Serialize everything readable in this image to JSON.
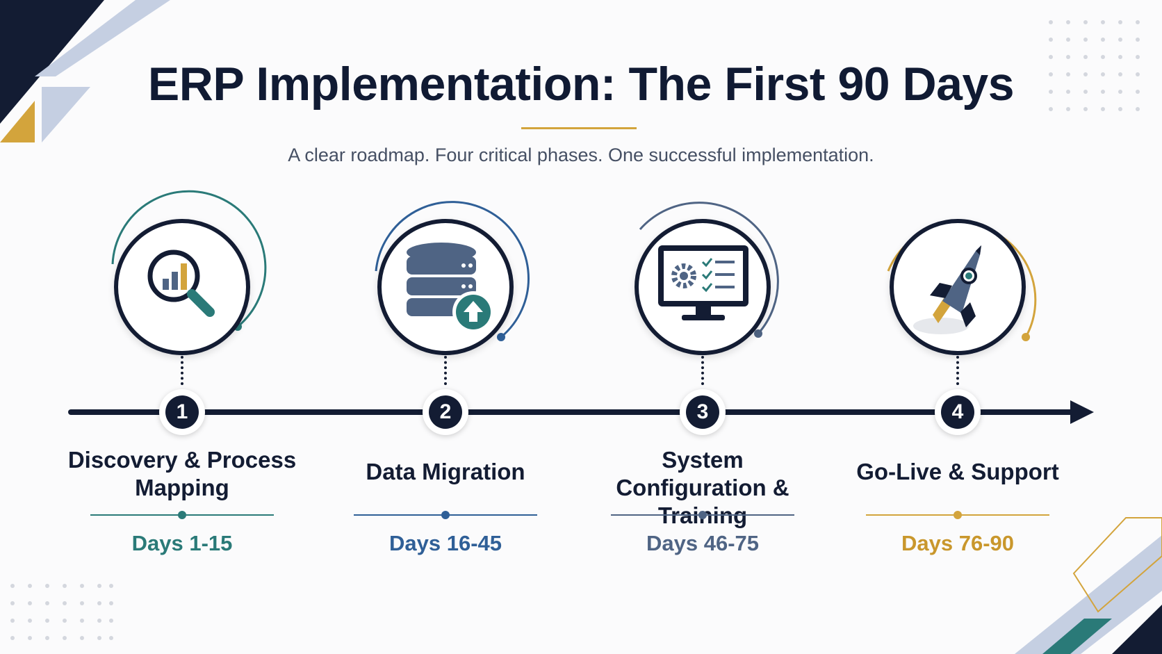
{
  "title": "ERP Implementation: The First 90 Days",
  "subtitle": "A clear roadmap. Four critical phases. One successful implementation.",
  "colors": {
    "navy": "#131c33",
    "gold": "#d3a43c",
    "teal": "#2a7a78",
    "blue": "#2f5f97",
    "slate": "#4f6484",
    "light_blue": "#bfcbe0"
  },
  "phases": [
    {
      "number": "1",
      "title": "Discovery & Process Mapping",
      "days": "Days 1-15",
      "icon": "magnifier-bar-chart-icon",
      "accent": "#2a7a78"
    },
    {
      "number": "2",
      "title": "Data Migration",
      "days": "Days 16-45",
      "icon": "database-upload-icon",
      "accent": "#2f5f97"
    },
    {
      "number": "3",
      "title": "System Configuration & Training",
      "days": "Days 46-75",
      "icon": "monitor-settings-checklist-icon",
      "accent": "#4f6484"
    },
    {
      "number": "4",
      "title": "Go-Live & Support",
      "days": "Days 76-90",
      "icon": "rocket-icon",
      "accent": "#d3a43c"
    }
  ]
}
